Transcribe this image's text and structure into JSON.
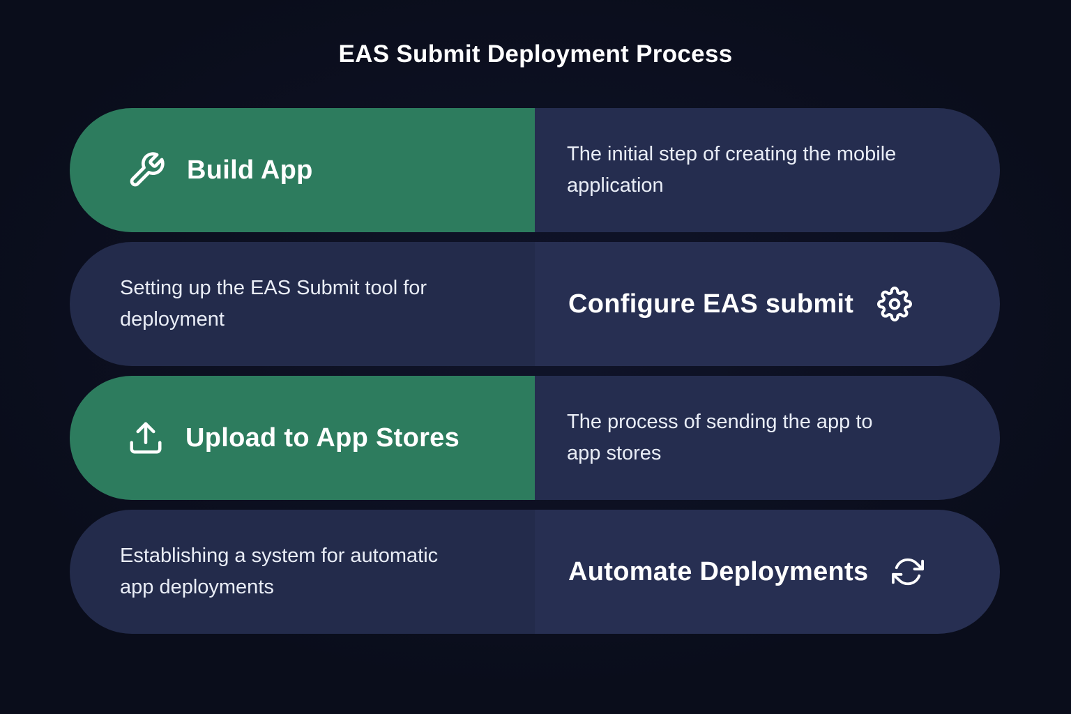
{
  "title": "EAS Submit Deployment Process",
  "colors": {
    "background": "#0a0d1b",
    "green": "#2d7c5e",
    "navy_title": "#272f52",
    "navy_desc": "#232b4b",
    "label_text": "#ffffff",
    "desc_text": "#e9edf6"
  },
  "rows": [
    {
      "label": "Build App",
      "icon": "wrench-icon",
      "label_side": "left",
      "label_bg": "green",
      "description": "The initial step of creating the mobile application"
    },
    {
      "label": "Configure EAS submit",
      "icon": "gear-icon",
      "label_side": "right",
      "label_bg": "navy",
      "description": "Setting up the EAS Submit tool for deployment"
    },
    {
      "label": "Upload to App Stores",
      "icon": "upload-icon",
      "label_side": "left",
      "label_bg": "green",
      "description": "The process of sending the app to app stores"
    },
    {
      "label": "Automate Deployments",
      "icon": "refresh-icon",
      "label_side": "right",
      "label_bg": "navy",
      "description": "Establishing a system for automatic app deployments"
    }
  ]
}
